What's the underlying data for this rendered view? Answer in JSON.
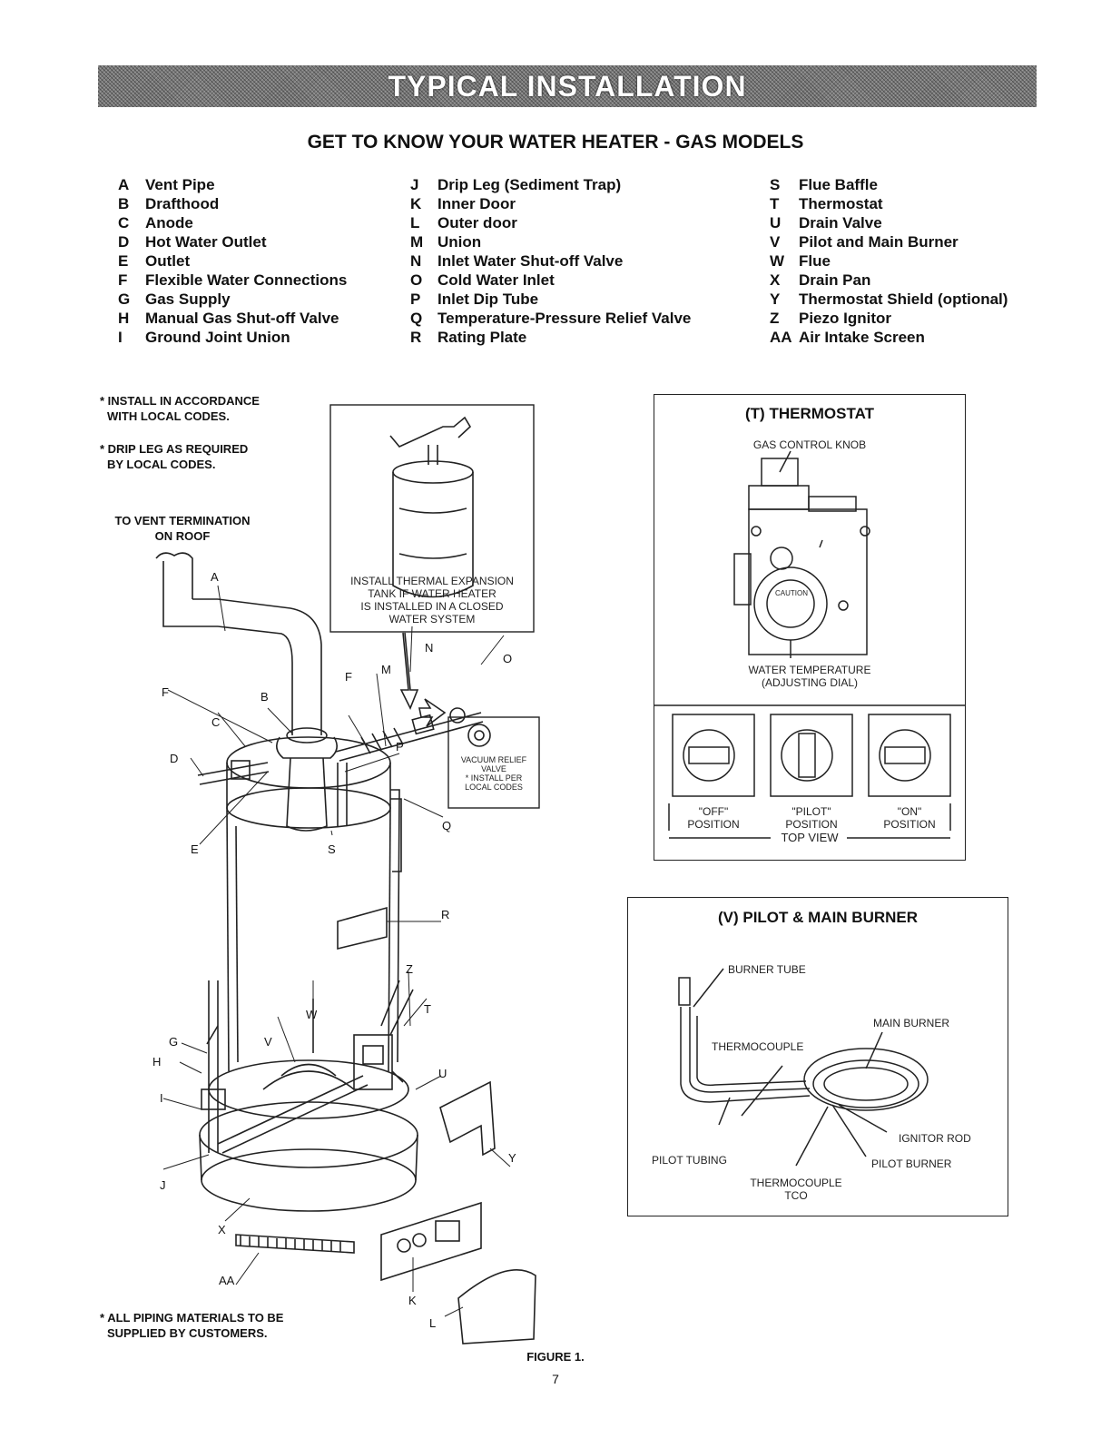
{
  "banner": {
    "title": "TYPICAL INSTALLATION"
  },
  "subtitle": "GET TO KNOW YOUR WATER HEATER - GAS MODELS",
  "legend": {
    "col1": [
      {
        "letter": "A",
        "text": "Vent Pipe"
      },
      {
        "letter": "B",
        "text": "Drafthood"
      },
      {
        "letter": "C",
        "text": "Anode"
      },
      {
        "letter": "D",
        "text": "Hot Water Outlet"
      },
      {
        "letter": "E",
        "text": "Outlet"
      },
      {
        "letter": "F",
        "text": "Flexible Water Connections"
      },
      {
        "letter": "G",
        "text": "Gas Supply"
      },
      {
        "letter": "H",
        "text": "Manual Gas Shut-off Valve"
      },
      {
        "letter": "I",
        "text": "Ground Joint Union"
      }
    ],
    "col2": [
      {
        "letter": "J",
        "text": "Drip Leg (Sediment Trap)"
      },
      {
        "letter": "K",
        "text": "Inner Door"
      },
      {
        "letter": "L",
        "text": "Outer door"
      },
      {
        "letter": "M",
        "text": "Union"
      },
      {
        "letter": "N",
        "text": "Inlet Water Shut-off Valve"
      },
      {
        "letter": "O",
        "text": "Cold Water Inlet"
      },
      {
        "letter": "P",
        "text": "Inlet Dip Tube"
      },
      {
        "letter": "Q",
        "text": "Temperature-Pressure Relief Valve"
      },
      {
        "letter": "R",
        "text": "Rating Plate"
      }
    ],
    "col3": [
      {
        "letter": "S",
        "text": "Flue Baffle"
      },
      {
        "letter": "T",
        "text": "Thermostat"
      },
      {
        "letter": "U",
        "text": "Drain Valve"
      },
      {
        "letter": "V",
        "text": "Pilot and Main Burner"
      },
      {
        "letter": "W",
        "text": "Flue"
      },
      {
        "letter": "X",
        "text": "Drain Pan"
      },
      {
        "letter": "Y",
        "text": "Thermostat Shield (optional)"
      },
      {
        "letter": "Z",
        "text": "Piezo Ignitor"
      },
      {
        "letter": "AA",
        "text": "Air Intake Screen"
      }
    ]
  },
  "notes": {
    "install_codes": "* INSTALL IN ACCORDANCE WITH LOCAL CODES.",
    "install_codes_l1": "* INSTALL IN ACCORDANCE",
    "install_codes_l2": "WITH LOCAL CODES.",
    "drip_leg_l1": "* DRIP LEG AS REQUIRED",
    "drip_leg_l2": "BY LOCAL CODES.",
    "vent_l1": "TO VENT TERMINATION",
    "vent_l2": "ON ROOF",
    "piping_l1": "* ALL PIPING MATERIALS TO BE",
    "piping_l2": "SUPPLIED BY CUSTOMERS."
  },
  "expansion_tank": {
    "l1": "INSTALL THERMAL EXPANSION",
    "l2": "TANK IF WATER HEATER",
    "l3": "IS INSTALLED IN A CLOSED",
    "l4": "WATER SYSTEM"
  },
  "vacuum_relief": {
    "l1": "VACUUM RELIEF",
    "l2": "VALVE",
    "l3": "* INSTALL PER",
    "l4": "LOCAL CODES"
  },
  "thermostat_box": {
    "title": "(T) THERMOSTAT",
    "knob_label": "GAS CONTROL KNOB",
    "dial_l1": "WATER TEMPERATURE",
    "dial_l2": "(ADJUSTING DIAL)",
    "caution": "CAUTION",
    "pos_off": "\"OFF\"",
    "pos_pilot": "\"PILOT\"",
    "pos_on": "\"ON\"",
    "position": "POSITION",
    "top_view": "TOP VIEW"
  },
  "burner_box": {
    "title": "(V) PILOT & MAIN BURNER",
    "burner_tube": "BURNER TUBE",
    "main_burner": "MAIN BURNER",
    "thermocouple": "THERMOCOUPLE",
    "ignitor_rod": "IGNITOR ROD",
    "pilot_tubing": "PILOT TUBING",
    "pilot_burner": "PILOT BURNER",
    "thermocouple_tco_l1": "THERMOCOUPLE",
    "thermocouple_tco_l2": "TCO"
  },
  "diagram_letters": {
    "A": "A",
    "B": "B",
    "C": "C",
    "D": "D",
    "E": "E",
    "F": "F",
    "F2": "F",
    "G": "G",
    "H": "H",
    "I": "I",
    "J": "J",
    "K": "K",
    "L": "L",
    "M": "M",
    "N": "N",
    "O": "O",
    "P": "P",
    "Q": "Q",
    "R": "R",
    "S": "S",
    "T": "T",
    "U": "U",
    "V": "V",
    "W": "W",
    "X": "X",
    "Y": "Y",
    "Z": "Z",
    "AA": "AA"
  },
  "figure_caption": "FIGURE 1.",
  "page_number": "7"
}
